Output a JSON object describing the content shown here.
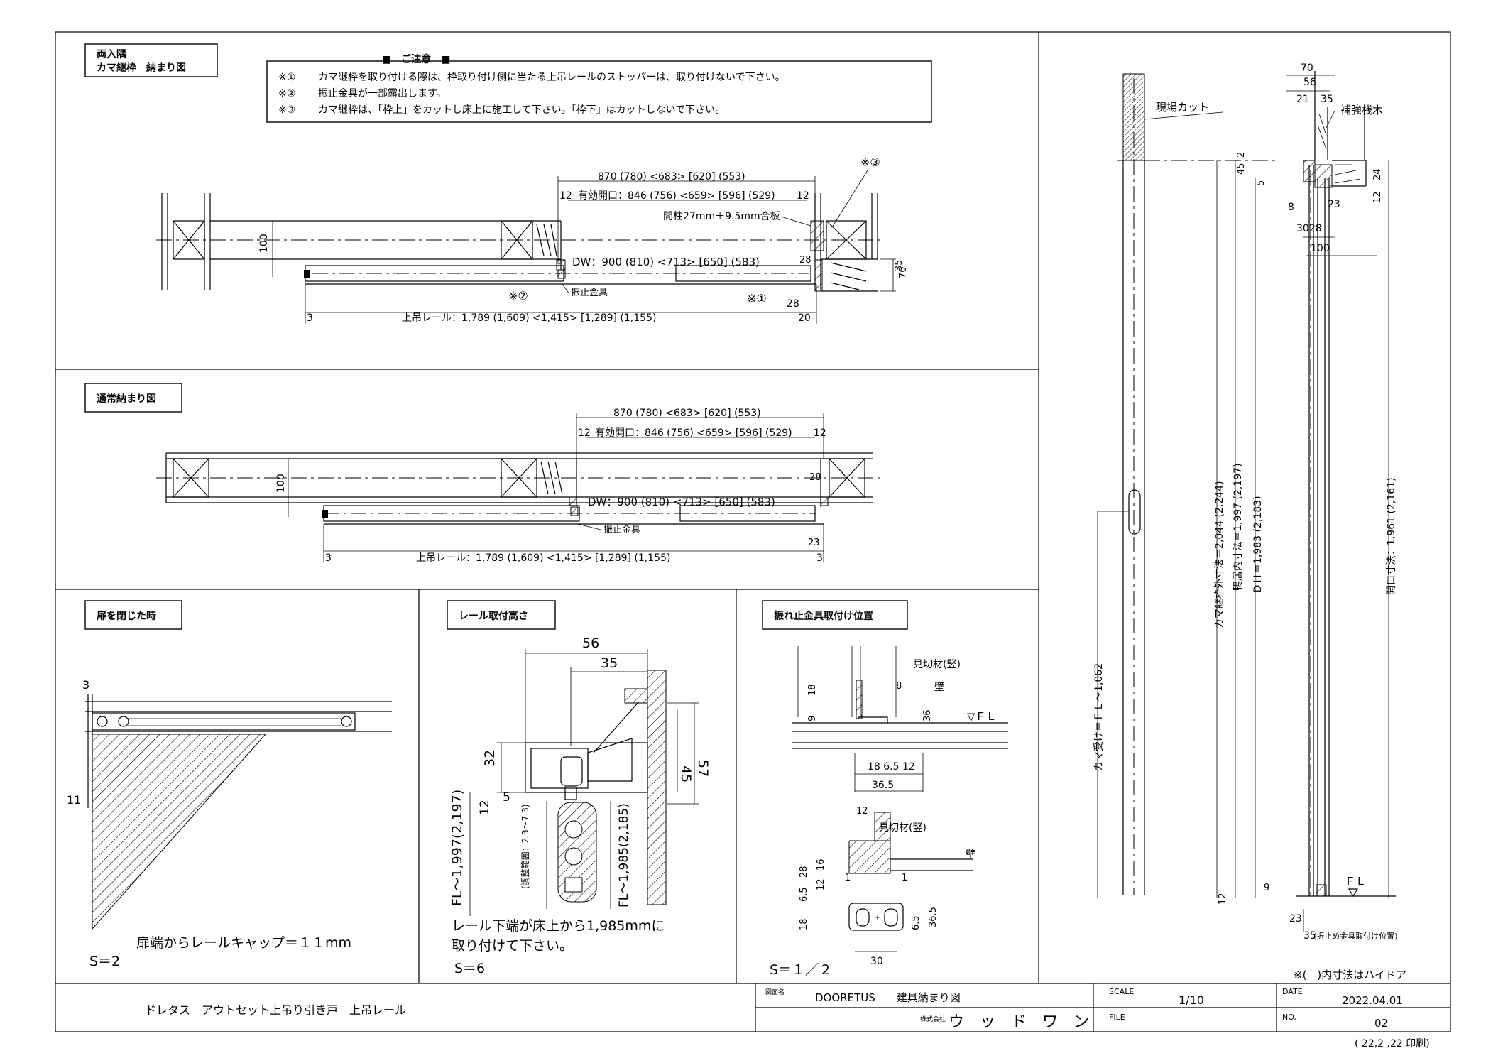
{
  "sections": {
    "top": {
      "title_line1": "両入隅",
      "title_line2": "カマ継枠　納まり図"
    },
    "mid": {
      "title": "通常納まり図"
    },
    "closed": {
      "title": "扉を閉じた時"
    },
    "rail": {
      "title": "レール取付高さ"
    },
    "stop": {
      "title": "振れ止金具取付け位置"
    }
  },
  "notes": {
    "heading": "■　ご注意　■",
    "n1_mark": "※①",
    "n1": "カマ継枠を取り付ける際は、枠取り付け側に当たる上吊レールのストッパーは、取り付けないで下さい。",
    "n2_mark": "※②",
    "n2": "振止金具が一部露出します。",
    "n3_mark": "※③",
    "n3": "カマ継枠は、「枠上」をカットし床上に施工して下さい。「枠下」はカットしないで下さい。"
  },
  "top_dims": {
    "width": "870 (780) <683> [620] (553)",
    "l12": "12",
    "r12": "12",
    "opening": "有効開口：846 (756) <659> [596] (529)",
    "post": "間柱27mm＋9.5mm合板",
    "mark3": "※③",
    "dw": "DW：900 (810) <713> [650] (583)",
    "d100": "100",
    "d28a": "28",
    "d35": "35",
    "d70": "70",
    "mark2": "※②",
    "stopper": "振止金具",
    "mark1": "※①",
    "d28b": "28",
    "d3": "3",
    "d20": "20",
    "rail": "上吊レール：1,789 (1,609) <1,415> [1,289] (1,155)"
  },
  "mid_dims": {
    "width": "870 (780) <683> [620] (553)",
    "l12": "12",
    "r12": "12",
    "opening": "有効開口：846 (756) <659> [596] (529)",
    "d28": "28",
    "d100": "100",
    "dw": "DW：900 (810) <713> [650] (583)",
    "stopper": "振止金具",
    "d23": "23",
    "d3l": "3",
    "d3r": "3",
    "rail": "上吊レール：1,789 (1,609) <1,415> [1,289] (1,155)"
  },
  "closed": {
    "d3": "3",
    "d11": "11",
    "caption": "扉端からレールキャップ＝１１mm",
    "scale": "S＝2"
  },
  "rail": {
    "d56": "56",
    "d35": "35",
    "d32": "32",
    "d45": "45",
    "d57": "57",
    "d12": "12",
    "d5": "5",
    "fl1": "FL～1,997(2,197)",
    "adjust": "(調整範囲：2.3～7.3)",
    "fl2": "FL～1,985(2,185)",
    "caption1": "レール下端が床上から1,985mmに",
    "caption2": "取り付けて下さい。",
    "scale": "S＝6"
  },
  "stop": {
    "mikiri1": "見切材(竪)",
    "d8": "8",
    "wall1": "壁",
    "d18": "18",
    "d9": "9",
    "d36": "36",
    "fl": "▽ＦＬ",
    "row": "18  6.5  12",
    "d365": "36.5",
    "d12": "12",
    "mikiri2": "見切材(竪)",
    "wall2": "壁",
    "d28": "28",
    "d16": "16",
    "d12b": "12",
    "d1a": "1",
    "d1b": "1",
    "d18b": "18",
    "d65": "6.5",
    "d65b": "6.5",
    "d365b": "36.5",
    "d30": "30",
    "scale": "S＝１／２"
  },
  "elev": {
    "cut": "現場カット",
    "frame_h": "カマ継枠外寸法＝2,044 (2,244)",
    "inner_h": "鴨居内寸法＝1,997 (2,197)",
    "dh": "ＤＨ＝1,983 (2,183)",
    "open_h": "開口寸法：1,961 (2,161)",
    "handle_h": "カマ受け＝ＦＬ～1,062",
    "d70": "70",
    "d56": "56",
    "d21": "21",
    "d35": "35",
    "reinforce": "補強桟木",
    "d452": "45",
    "d2": "2",
    "d5": "5",
    "d24": "24",
    "d12": "12",
    "d8": "8",
    "d23": "23",
    "d3028": "3028",
    "d100": "100",
    "d9": "9",
    "d12b": "12",
    "fl": "ＦＬ",
    "d23b": "23",
    "d35b": "35",
    "stopper_pos": "(振止め金具取付け位置)",
    "note": "※(　)内寸法はハイドア"
  },
  "titleblock": {
    "product": "ドレタス　アウトセット上吊り引き戸　上吊レール",
    "drawing_label": "図面名",
    "drawing": "DOORETUS　　建具納まり図",
    "company_label": "株式会社",
    "company": "ウ　ッ　ド　ワ　ン",
    "scale_label": "SCALE",
    "scale": "1/10",
    "file_label": "FILE",
    "date_label": "DATE",
    "date": "2022.04.01",
    "no_label": "NO.",
    "no": "02",
    "printed": "( 22,2 ,22 印刷)"
  }
}
